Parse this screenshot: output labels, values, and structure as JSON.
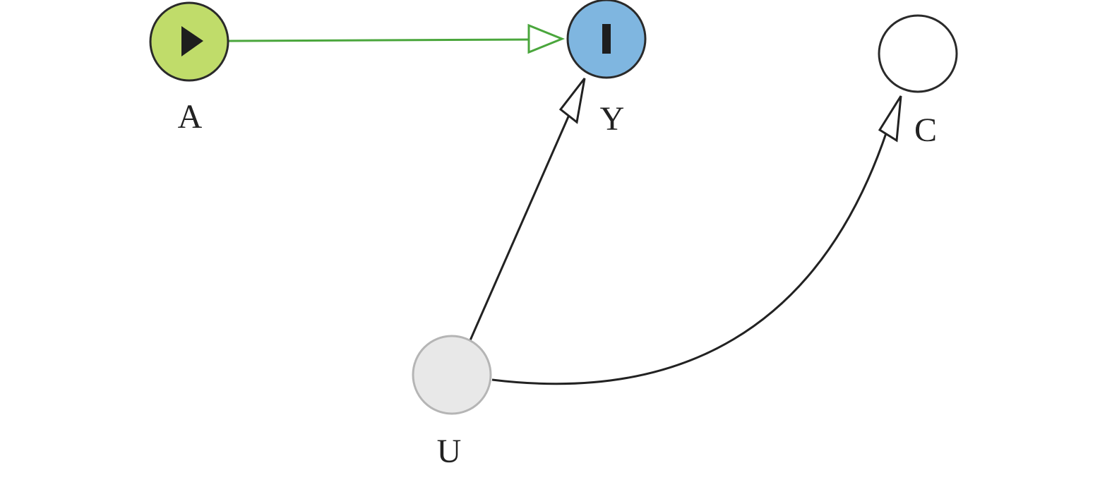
{
  "diagram": {
    "type": "causal-dag",
    "nodes": [
      {
        "id": "A",
        "label": "A",
        "role": "exposure",
        "fill": "#c0dc6a",
        "stroke": "#2a2a2a",
        "icon": "play-icon"
      },
      {
        "id": "Y",
        "label": "Y",
        "role": "outcome",
        "fill": "#7fb6e0",
        "stroke": "#2a2a2a",
        "icon": "bar-icon"
      },
      {
        "id": "C",
        "label": "C",
        "role": "other",
        "fill": "#ffffff",
        "stroke": "#2a2a2a",
        "icon": ""
      },
      {
        "id": "U",
        "label": "U",
        "role": "unobserved",
        "fill": "#e8e8e8",
        "stroke": "#b5b5b5",
        "icon": ""
      }
    ],
    "edges": [
      {
        "from": "A",
        "to": "Y",
        "color": "#4aa63c",
        "kind": "causal-path"
      },
      {
        "from": "U",
        "to": "Y",
        "color": "#222222",
        "kind": "arrow"
      },
      {
        "from": "U",
        "to": "C",
        "color": "#222222",
        "kind": "arrow"
      }
    ]
  }
}
